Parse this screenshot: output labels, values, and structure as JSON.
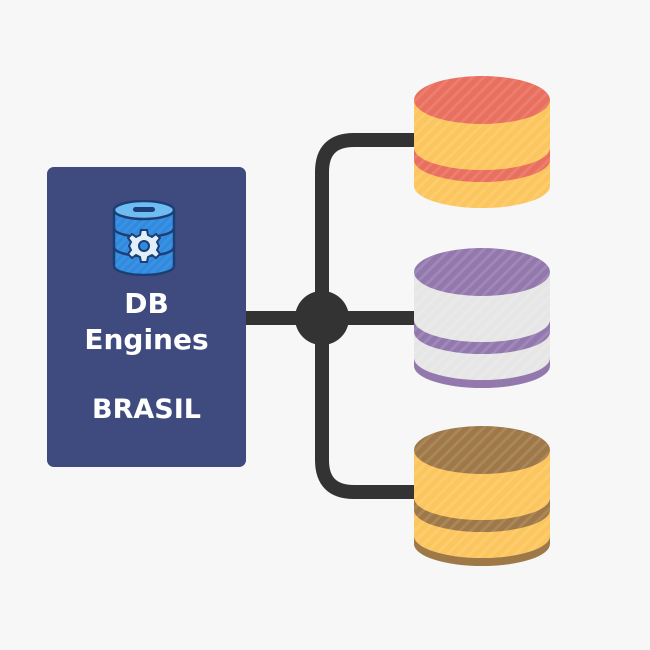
{
  "logo": {
    "line1": "DB",
    "line2": "Engines",
    "line3": "BRASIL",
    "icon": "database-gear-icon"
  },
  "databases": [
    {
      "name": "database-red",
      "top_color": "#e96f5e",
      "body_color": "#fcc65e",
      "band_color": "#e96f5e"
    },
    {
      "name": "database-purple",
      "top_color": "#9278ad",
      "body_color": "#e6e6e6",
      "band_color": "#9278ad"
    },
    {
      "name": "database-brown",
      "top_color": "#9f7848",
      "body_color": "#fcc65e",
      "band_color": "#9f7848"
    }
  ],
  "colors": {
    "background": "#f7f7f7",
    "card": "#3f4a7e",
    "connector": "#333333",
    "text": "#ffffff",
    "icon_blue": "#3a9be8",
    "icon_light": "#7cc4f5"
  }
}
